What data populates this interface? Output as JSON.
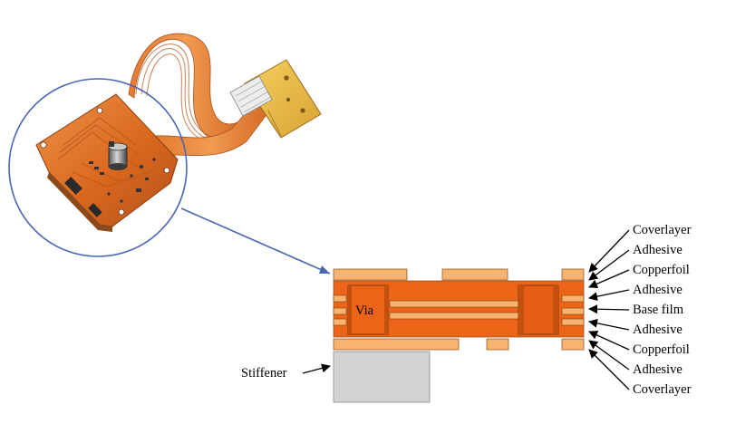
{
  "colors": {
    "light_layer": "#f8b46e",
    "dark_layer": "#ec6418",
    "layer_stroke": "#8a4a16",
    "stiffener": "#d2d2d2",
    "magnifier_circle": "#4a67b4",
    "pcb_orange": "#e2742a",
    "pcb_dark": "#b8521a"
  },
  "labels": {
    "via": "Via",
    "stiffener": "Stiffener",
    "stack": [
      "Coverlayer",
      "Adhesive",
      "Copperfoil",
      "Adhesive",
      "Base film",
      "Adhesive",
      "Copperfoil",
      "Adhesive",
      "Coverlayer"
    ]
  }
}
